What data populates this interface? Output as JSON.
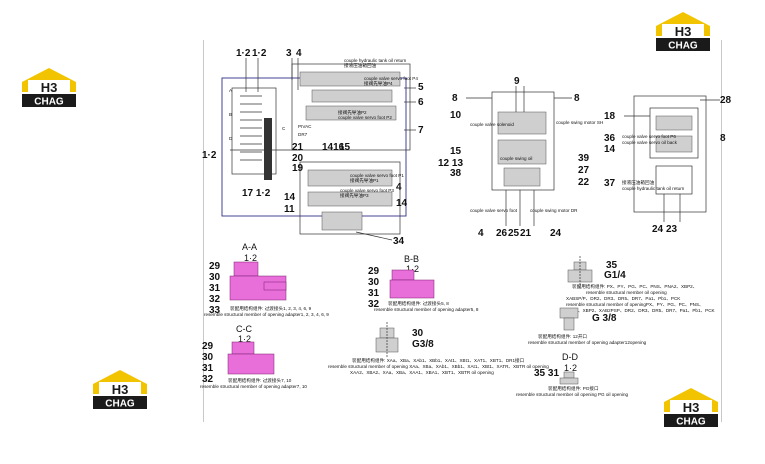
{
  "brand": {
    "letters": "H3",
    "name": "CHAG",
    "color_yellow": "#f2c400",
    "color_dark": "#1a1a1a"
  },
  "colors": {
    "pink": "#e86fd9",
    "blue": "#2f2f8a"
  },
  "main_labels": {
    "n12a": "1·2",
    "n12b": "1·2",
    "n3": "3",
    "n4": "4",
    "n4b": "4",
    "n5": "5",
    "n6": "6",
    "n7": "7",
    "n12c": "1·2",
    "n1416": "1416",
    "n15": "15",
    "n21": "21",
    "n20": "20",
    "n19": "19",
    "n1712": "17 1·2",
    "n14": "14",
    "n11": "11",
    "n14b": "14",
    "n34": "34",
    "c1": "couple hydraulic tank oil return",
    "c1cn": "接液压油箱回油",
    "c2": "couple valve servo foot P4",
    "c2cn": "接阀先导油P4",
    "c3": "couple valve servo foot P2",
    "c3cn": "接阀先导油P2",
    "c4": "couple valve servo foot P1",
    "c4cn": "接阀先导油P1",
    "c5": "couple valve servo foot P3",
    "c5cn": "接阀先导油P3",
    "p_left": "PIVAC",
    "p_left2": "DR7",
    "letters_a": "A",
    "letters_b": "B",
    "letters_c": "C",
    "letters_d": "D"
  },
  "middle_labels": {
    "n9": "9",
    "n8": "8",
    "n10": "10",
    "n15": "15",
    "n1213": "12 13",
    "n38": "38",
    "n26": "26",
    "n25": "25",
    "n21": "21",
    "n24": "24",
    "n4": "4",
    "n8b": "8",
    "n39": "39",
    "n27": "27",
    "n22": "22",
    "v1": "couple valve solenoid",
    "v2": "couple swing oil",
    "v3": "couple swing motor SH",
    "v4": "couple valve servo foot",
    "v5": "couple swing motor DR"
  },
  "right_labels": {
    "n18": "18",
    "n28": "28",
    "n36": "36",
    "n14": "14",
    "n8": "8",
    "n37": "37",
    "n24": "24",
    "n23": "23",
    "r1": "couple valve servo foot P6",
    "r2": "couple valve servo oil back",
    "r3": "接液压油箱回油",
    "r4": "couple hydraulic tank oil return"
  },
  "section_aa": {
    "title": "A-A",
    "sub": "1·2",
    "n29": "29",
    "n30": "30",
    "n31": "31",
    "n32": "32",
    "n33": "33",
    "cap_cn": "装配用结构组件: 过渡接头1, 2, 3, 4, 6, 9",
    "cap_en": "resemble structural member of opening adapter1, 2, 3, 4, 6, 9"
  },
  "section_bb": {
    "title": "B-B",
    "sub": "1·2",
    "n29": "29",
    "n30": "30",
    "n31": "31",
    "n32": "32",
    "cap_cn": "装配用结构组件: 过渡接头5, 8",
    "cap_en": "resemble structural member of opening adapter5, 8"
  },
  "section_cc": {
    "title": "C-C",
    "sub": "1·2",
    "n29": "29",
    "n30": "30",
    "n31": "31",
    "n32": "32",
    "cap_cn": "装配用结构组件: 过渡接头7, 10",
    "cap_en": "resemble structural member of opening adapter7, 10"
  },
  "section_g38": {
    "n30": "30",
    "thread": "G3/8",
    "cap_cn": "装配用结构组件: XAa、XBa、XAb1、XBb1、XAt1、XBt1、XAT1、XBT1、DR1接口",
    "cap_en": "resemble structural member of opening XAa、XBa、XAb1、XBb1、XAt1、XBt1、XATR、XBTR oil opening",
    "cap_en2": "XAA2、XBA2、XAa、XBa、XAA1、XBA1、XBT1、XBTR oil opening"
  },
  "section_g14": {
    "n35": "35",
    "thread": "G1/4",
    "cap_cn": "装配用结构组件: PX、PY、PG、PC、PNS、PNA2、XBP2、",
    "cap_en": "resemble structural member oil opening",
    "cap_en2": "XABSP/P、DR2、DR3、DR5、DR7、Pa1、Pb1、PCK",
    "cap_en3": "resemble structural member of openingPX、PY、PG、PC、PNS、",
    "cap_en4": "PNA2、XBP2、XAB2PSP、DR2、DR3、DR5、DR7、Pa1、Pb1、PCK"
  },
  "section_g38b": {
    "thread": "G 3/8",
    "cap_cn": "装配用结构组件: 12开口",
    "cap_en": "resemble structural member of opening adapter12opening"
  },
  "section_dd": {
    "title": "D-D",
    "sub": "1·2",
    "n3531": "35 31",
    "cap_cn": "装配用结构组件: PG接口",
    "cap_en": "resemble structural member oil opening PG oil opening"
  }
}
